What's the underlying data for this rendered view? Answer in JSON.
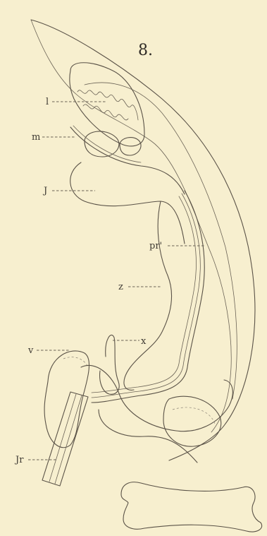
{
  "figure": {
    "number": "8.",
    "labels": {
      "l": "l",
      "m": "m",
      "J": "J",
      "pr": "pr'",
      "z": "z",
      "x": "x",
      "v": "v",
      "Jr": "Jr"
    }
  }
}
